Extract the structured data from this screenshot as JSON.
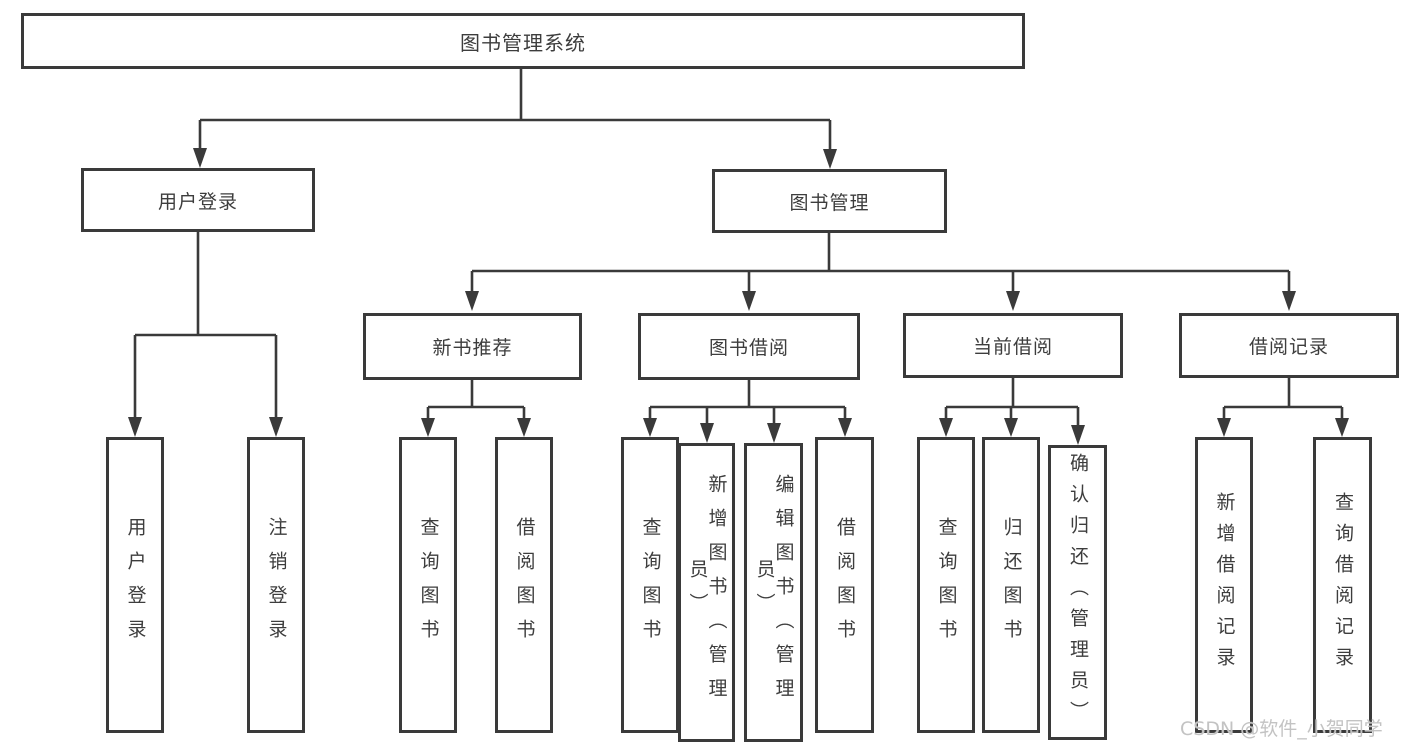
{
  "diagram": {
    "root_label": "图书管理系统",
    "user_login": {
      "label": "用户登录",
      "children": {
        "login": "用户登录",
        "logout": "注销登录"
      }
    },
    "book_management": {
      "label": "图书管理",
      "sections": {
        "new_book": {
          "label": "新书推荐",
          "children": {
            "query": "查询图书",
            "borrow": "借阅图书"
          }
        },
        "borrowing": {
          "label": "图书借阅",
          "children": {
            "query": "查询图书",
            "add": "新增图书（管理员）",
            "edit": "编辑图书（管理员）",
            "borrow": "借阅图书"
          }
        },
        "current": {
          "label": "当前借阅",
          "children": {
            "query": "查询图书",
            "return": "归还图书",
            "confirm": "确认归还（管理员）"
          }
        },
        "records": {
          "label": "借阅记录",
          "children": {
            "add": "新增借阅记录",
            "query": "查询借阅记录"
          }
        }
      }
    }
  },
  "watermark": {
    "text": "CSDN @软件_小贺同学"
  },
  "colors": {
    "line": "#3a3a3a",
    "box_border": "#3a3a3a",
    "text": "#3d3d3d",
    "watermark": "#c3c3c3",
    "background": "#ffffff"
  }
}
